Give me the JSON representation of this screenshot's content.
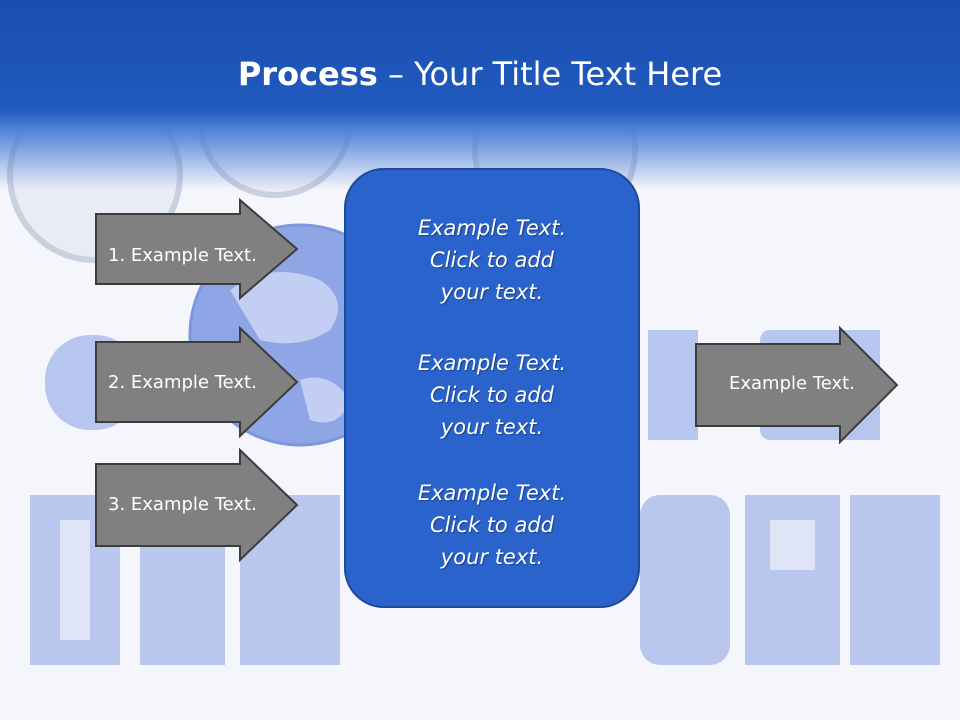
{
  "slide": {
    "title_bold": "Process",
    "title_rest": " – Your Title Text Here",
    "left_arrows": [
      {
        "label": "1. Example Text."
      },
      {
        "label": "2. Example Text."
      },
      {
        "label": "3. Example Text."
      }
    ],
    "center_items": [
      {
        "line1": "Example Text.",
        "line2": "Click  to add",
        "line3": "your text."
      },
      {
        "line1": "Example Text.",
        "line2": "Click  to add",
        "line3": "your text."
      },
      {
        "line1": "Example Text.",
        "line2": "Click  to add",
        "line3": "your text."
      }
    ],
    "right_arrow": {
      "label": "Example Text."
    }
  },
  "colors": {
    "header_blue": "#2159bf",
    "box_blue": "#2a63cc",
    "arrow_gray": "#808080",
    "watermark_blue": "#b7c6ee"
  }
}
